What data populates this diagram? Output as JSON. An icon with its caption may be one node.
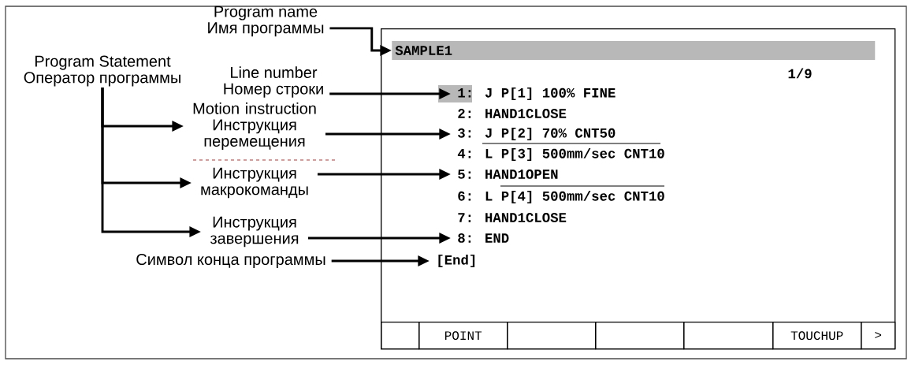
{
  "diagram": {
    "nodes": [
      {
        "text": [
          "Program name",
          "Имя программы"
        ]
      },
      {
        "text": [
          "Program Statement",
          "Оператор программы"
        ]
      },
      {
        "text": [
          "Line number",
          "Номер строки"
        ]
      },
      {
        "text": [
          "Motion instruction",
          "Инструкция перемещения"
        ]
      },
      {
        "text": [
          "Инструкция макрокоманды"
        ]
      },
      {
        "text": [
          "Инструкция завершения"
        ]
      },
      {
        "text": [
          "Символ конца программы"
        ]
      },
      {
        "text": [],
        "shape": "box"
      },
      {
        "text": [
          "SAMPLE1"
        ],
        "in": 7
      },
      {
        "text": [
          "1: J P[1] 100% FINE"
        ],
        "in": 7
      },
      {
        "text": [
          "2: HAND1CLOSE"
        ],
        "in": 7
      },
      {
        "text": [
          "3: J P[2] 70% CNT50"
        ],
        "in": 7
      },
      {
        "text": [
          "4: L P[3] 500mm/sec CNT10"
        ],
        "in": 7
      },
      {
        "text": [
          "5: HAND1OPEN"
        ],
        "in": 7
      },
      {
        "text": [
          "6: L P[4] 500mm/sec CNT10"
        ],
        "in": 7
      },
      {
        "text": [
          "7: HAND1CLOSE"
        ],
        "in": 7
      },
      {
        "text": [
          "8: END"
        ],
        "in": 7
      },
      {
        "text": [
          "[End]"
        ],
        "in": 7
      },
      {
        "text": [],
        "shape": "box",
        "in": 7
      },
      {
        "text": [
          "POINT"
        ],
        "in": 7
      },
      {
        "text": [],
        "shape": "box",
        "in": 7
      },
      {
        "text": [],
        "shape": "box",
        "in": 7
      },
      {
        "text": [],
        "shape": "box",
        "in": 7
      },
      {
        "text": [
          "TOUCHUP"
        ],
        "in": 7
      },
      {
        "text": [
          ">"
        ],
        "in": 7
      }
    ],
    "edges": [
      {
        "from": 0,
        "to": 8,
        "arrow": "to"
      },
      {
        "from": 2,
        "to": 9,
        "arrow": "to"
      },
      {
        "from": 1,
        "to": 3,
        "arrow": "to"
      },
      {
        "from": 1,
        "to": 4,
        "arrow": "to"
      },
      {
        "from": 1,
        "to": 5,
        "arrow": "to"
      },
      {
        "from": 3,
        "to": 11,
        "arrow": "to"
      },
      {
        "from": 4,
        "to": 13,
        "arrow": "to"
      },
      {
        "from": 5,
        "to": 16,
        "arrow": "to"
      },
      {
        "from": 6,
        "to": 17,
        "arrow": "to"
      }
    ],
    "labels": [
      "1/9"
    ]
  }
}
